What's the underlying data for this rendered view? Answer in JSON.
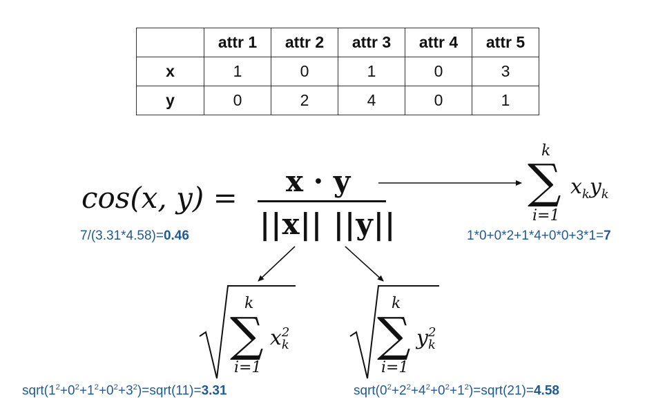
{
  "table": {
    "headers": [
      "",
      "attr 1",
      "attr 2",
      "attr 3",
      "attr 4",
      "attr 5"
    ],
    "rows": [
      {
        "label": "x",
        "values": [
          "1",
          "0",
          "1",
          "0",
          "3"
        ]
      },
      {
        "label": "y",
        "values": [
          "0",
          "2",
          "4",
          "0",
          "1"
        ]
      }
    ]
  },
  "formula": {
    "lhs": "cos(x, y) =",
    "numerator": "x · y",
    "denominator": "||x|| ||y||",
    "cos_calc_prefix": "7/(3.31*4.58)=",
    "cos_calc_result": "0.46"
  },
  "dot_product": {
    "upper": "k",
    "lower": "i=1",
    "summand_x": "x",
    "summand_y": "y",
    "sub": "k",
    "calc_prefix": "1*0+0*2+1*4+0*0+3*1=",
    "calc_result": "7"
  },
  "norm_x": {
    "upper": "k",
    "lower": "i=1",
    "var": "x",
    "sup": "2",
    "sub": "k",
    "calc_prefix": "sqrt(1",
    "calc_mid": "+0",
    "calc_mid2": "+1",
    "calc_mid3": "+0",
    "calc_mid4": "+3",
    "calc_suffix": ")=sqrt(11)=",
    "calc_result": "3.31",
    "exp": "2"
  },
  "norm_y": {
    "upper": "k",
    "lower": "i=1",
    "var": "y",
    "sup": "2",
    "sub": "k",
    "calc_prefix": "sqrt(0",
    "calc_mid": "+2",
    "calc_mid2": "+4",
    "calc_mid3": "+0",
    "calc_mid4": "+1",
    "calc_suffix": ")=sqrt(21)=",
    "calc_result": "4.58",
    "exp": "2"
  },
  "colors": {
    "annotation": "#1f5a96",
    "ink": "#111111"
  }
}
